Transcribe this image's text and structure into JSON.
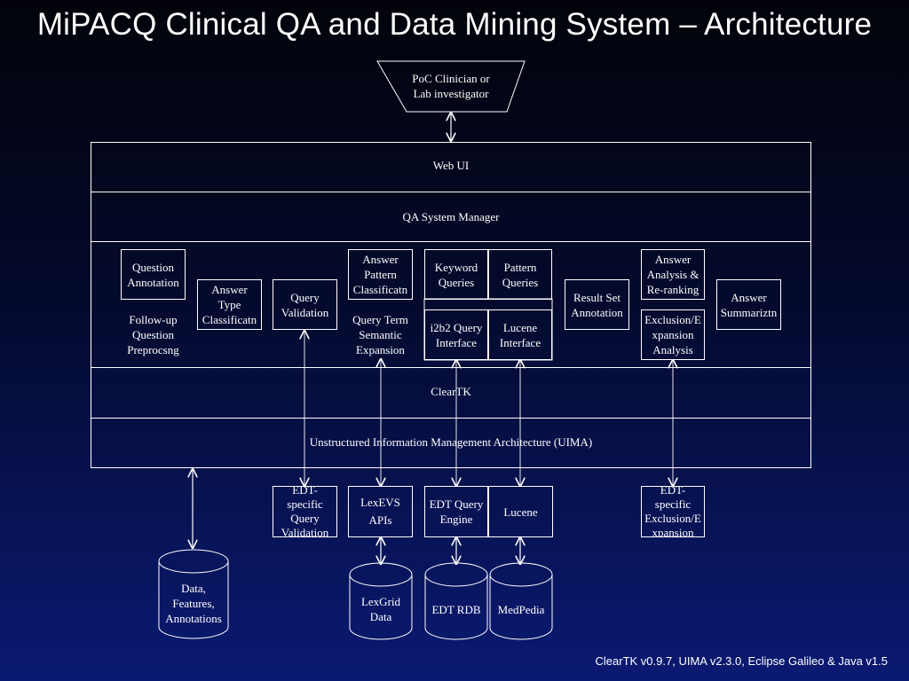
{
  "title": "MiPACQ Clinical QA and Data Mining System – Architecture",
  "footer": "ClearTK v0.9.7, UIMA v2.3.0, Eclipse Galileo & Java v1.5",
  "user": "PoC Clinician or\nLab investigator",
  "layers": {
    "web_ui": "Web UI",
    "qa_manager": "QA System Manager",
    "cleartk": "ClearTK",
    "uima": "Unstructured Information Management Architecture (UIMA)"
  },
  "components": {
    "question_annotation": "Question\nAnnotation",
    "followup": "Follow-up\nQuestion\nPreprocsng",
    "answer_type": "Answer\nType\nClassificatn",
    "query_validation": "Query\nValidation",
    "answer_pattern": "Answer\nPattern\nClassificatn",
    "query_term": "Query Term\nSemantic\nExpansion",
    "keyword_queries": "Keyword\nQueries",
    "pattern_queries": "Pattern\nQueries",
    "i2b2": "i2b2 Query\nInterface",
    "lucene_interface": "Lucene\nInterface",
    "result_set": "Result Set\nAnnotation",
    "answer_analysis": "Answer\nAnalysis &\nRe-ranking",
    "exclusion": "Exclusion/E\nxpansion\nAnalysis",
    "answer_summ": "Answer\nSummariztn"
  },
  "external": {
    "edt_validation": "EDT-\nspecific\nQuery\nValidation",
    "lexevs": "LexEVS\nAPIs",
    "edt_query_engine": "EDT Query\nEngine",
    "lucene": "Lucene",
    "edt_exclusion": "EDT-\nspecific\nExclusion/E\nxpansion"
  },
  "stores": {
    "data_features": "Data,\nFeatures,\nAnnotations",
    "lexgrid": "LexGrid\nData",
    "edt_rdb": "EDT RDB",
    "medpedia": "MedPedia"
  }
}
